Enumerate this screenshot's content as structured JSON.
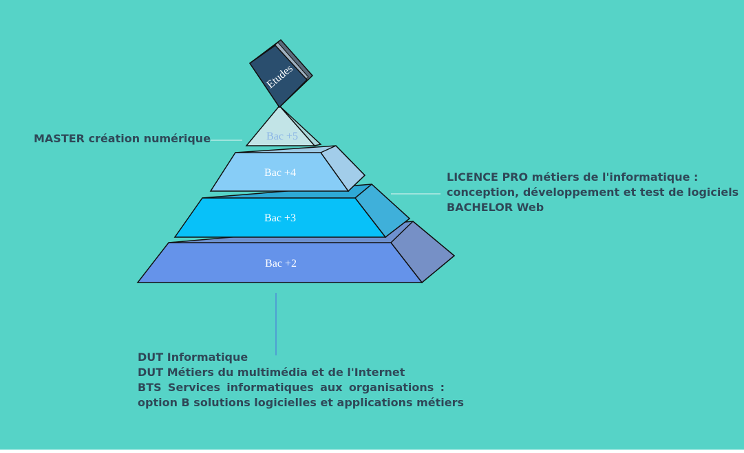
{
  "colors": {
    "background": "#56d3c7",
    "text": "#2f4858",
    "tier_bac5": "#c2e4e7",
    "tier_bac4": "#87cdf7",
    "tier_bac3": "#08c1f9",
    "tier_bac2": "#6593ea",
    "book_cover": "#2a4e6e"
  },
  "book": {
    "title": "Etudes",
    "icon": "book-icon"
  },
  "pyramid": {
    "levels": [
      {
        "id": "bac5",
        "label": "Bac +5"
      },
      {
        "id": "bac4",
        "label": "Bac +4"
      },
      {
        "id": "bac3",
        "label": "Bac +3"
      },
      {
        "id": "bac2",
        "label": "Bac +2"
      }
    ]
  },
  "annotations": {
    "master": "MASTER création numérique",
    "licence": [
      "LICENCE PRO métiers de l'informatique :",
      "conception, développement et test de logiciels",
      "BACHELOR Web"
    ],
    "dut": [
      "DUT Informatique",
      "DUT Métiers du multimédia et de l'Internet",
      "BTS Services informatiques aux organisations :",
      "option B solutions logicielles et applications métiers"
    ]
  }
}
